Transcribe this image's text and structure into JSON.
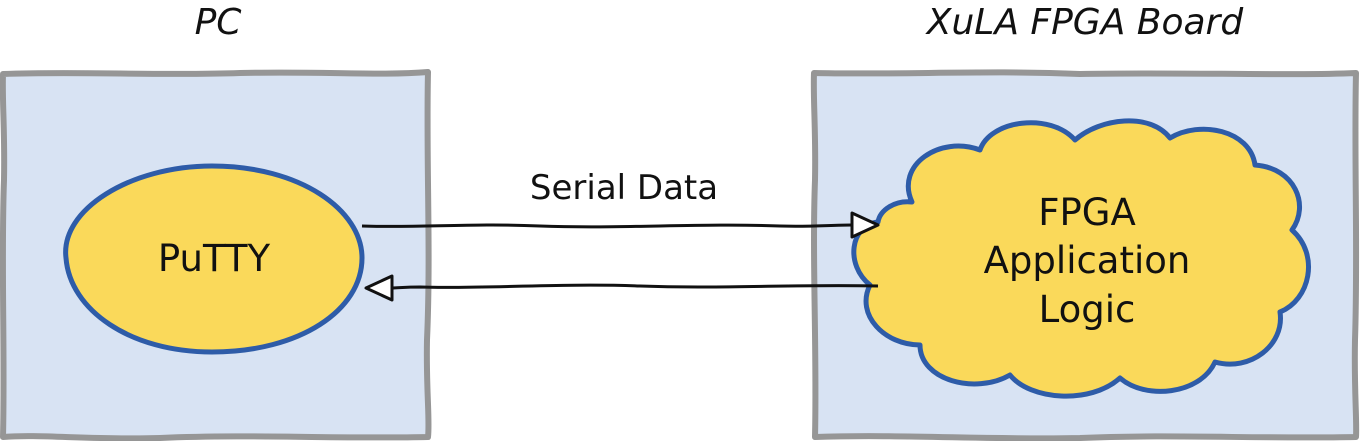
{
  "colors": {
    "panel_fill": "#d8e3f3",
    "panel_stroke": "#969696",
    "node_fill": "#fad95a",
    "node_stroke": "#2e5ca8",
    "arrow_stroke": "#111111"
  },
  "pc_box": {
    "title": "PC",
    "node_label": "PuTTY"
  },
  "fpga_box": {
    "title": "XuLA FPGA Board",
    "node_label_lines": [
      "FPGA",
      "Application",
      "Logic"
    ]
  },
  "connections": {
    "label": "Serial Data"
  }
}
